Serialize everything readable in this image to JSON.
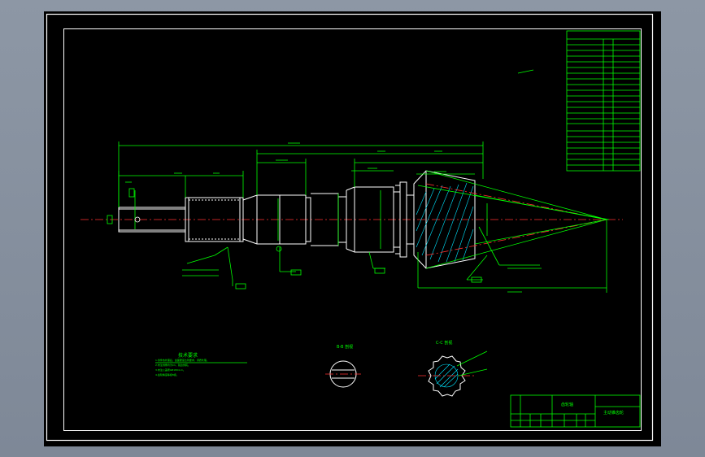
{
  "colors": {
    "background": "#000000",
    "outline": "#ffffff",
    "dimension": "#00ff00",
    "centerline": "#ff3030",
    "hatch": "#00e5ff",
    "viewport_frame": "#8d97a5"
  },
  "views": {
    "section_b": "B-B 剖视",
    "section_c": "C-C 剖视"
  },
  "technical_requirements": {
    "title": "技术要求",
    "notes": [
      "1.零件热处理后，齿面硬度达到要求，调质处理。",
      "2.未注倒角均为C1，锐边倒钝。",
      "3.未注公差按GB1804-m。",
      "4.齿轮精度等级8级。"
    ]
  },
  "title_block": {
    "part_name": "齿轮轴",
    "drawing_no": "主动锥齿轮"
  }
}
